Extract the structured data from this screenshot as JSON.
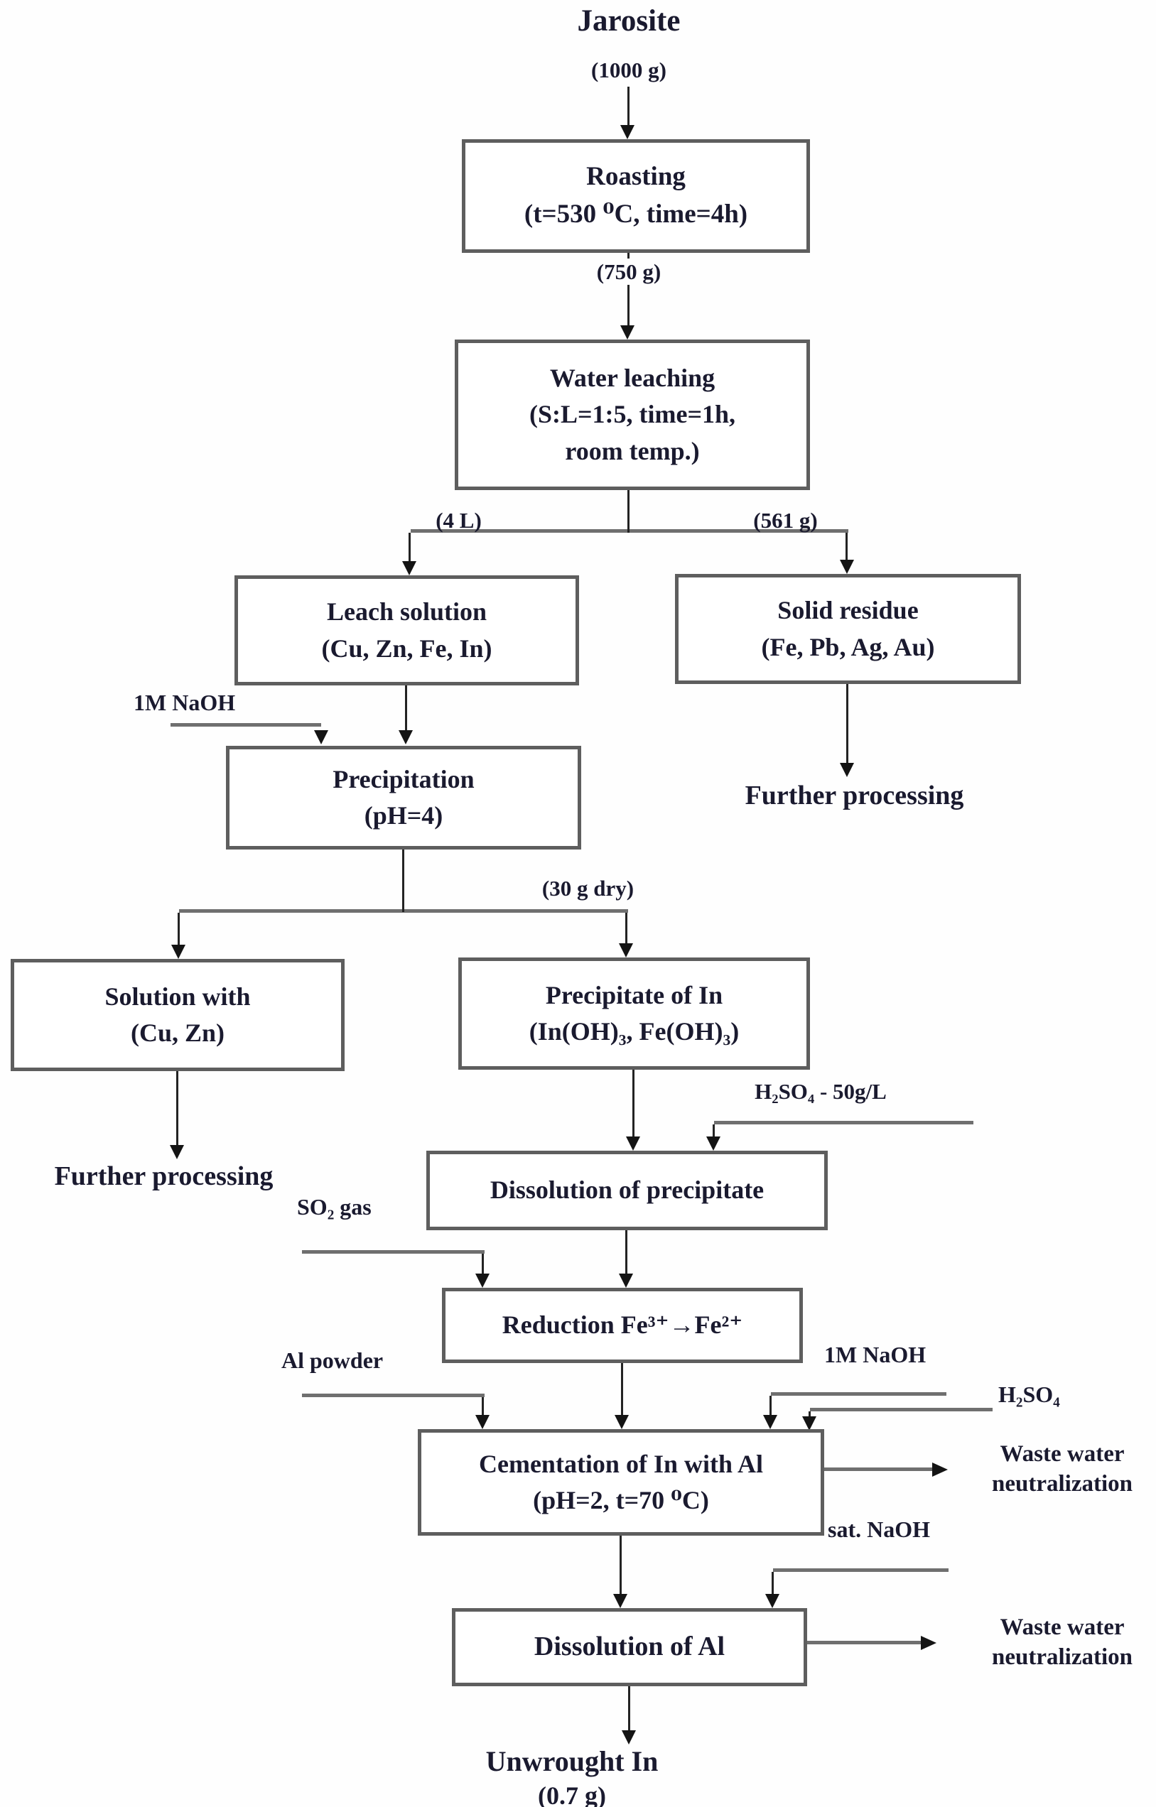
{
  "diagram_title": "Jarosite indium recovery flowsheet",
  "colors": {
    "ink": "#1a1a2f",
    "line_gray": "#6f6f6f",
    "border_gray": "#5e5e5e",
    "arrow_black": "#141414",
    "background": "#fefefe"
  },
  "streams": {
    "source": "Jarosite",
    "mass_start": "(1000 g)",
    "mass_roasted": "(750 g)",
    "volume_leach": "(4 L)",
    "mass_residue": "(561 g)",
    "mass_precipitate": "(30 g dry)"
  },
  "nodes": {
    "roasting": {
      "line1": "Roasting",
      "line2": "(t=530 ⁰C, time=4h)"
    },
    "water_leaching": {
      "line1": "Water leaching",
      "line2": "(S:L=1:5, time=1h,",
      "line3": "room temp.)"
    },
    "leach_solution": {
      "line1": "Leach solution",
      "line2": "(Cu, Zn, Fe, In)"
    },
    "solid_residue": {
      "line1": "Solid residue",
      "line2": "(Fe, Pb, Ag, Au)"
    },
    "precipitation": {
      "line1": "Precipitation",
      "line2": "(pH=4)"
    },
    "solution_cu_zn": {
      "line1": "Solution with",
      "line2": "(Cu, Zn)"
    },
    "precipitate_in": {
      "line1": "Precipitate of In",
      "line2": "(In(OH)₃, Fe(OH)₃)"
    },
    "dissolution_precipitate": {
      "line1": "Dissolution of precipitate"
    },
    "reduction": {
      "line1": "Reduction Fe³⁺→Fe²⁺"
    },
    "cementation": {
      "line1": "Cementation of In with Al",
      "line2": "(pH=2, t=70 ⁰C)"
    },
    "dissolution_al": {
      "line1": "Dissolution of Al"
    }
  },
  "reagents": {
    "naoh_precipitation": "1M NaOH",
    "h2so4_dissolution": "H₂SO₄ - 50g/L",
    "so2_gas": "SO₂ gas",
    "al_powder": "Al powder",
    "naoh_cementation": "1M NaOH",
    "h2so4_cementation": "H₂SO₄",
    "sat_naoh": "sat. NaOH"
  },
  "outputs": {
    "further_processing_residue": "Further processing",
    "further_processing_solution": "Further processing",
    "waste1_line1": "Waste water",
    "waste1_line2": "neutralization",
    "waste2_line1": "Waste water",
    "waste2_line2": "neutralization",
    "product_line1": "Unwrought In",
    "product_line2": "(0.7 g)"
  }
}
